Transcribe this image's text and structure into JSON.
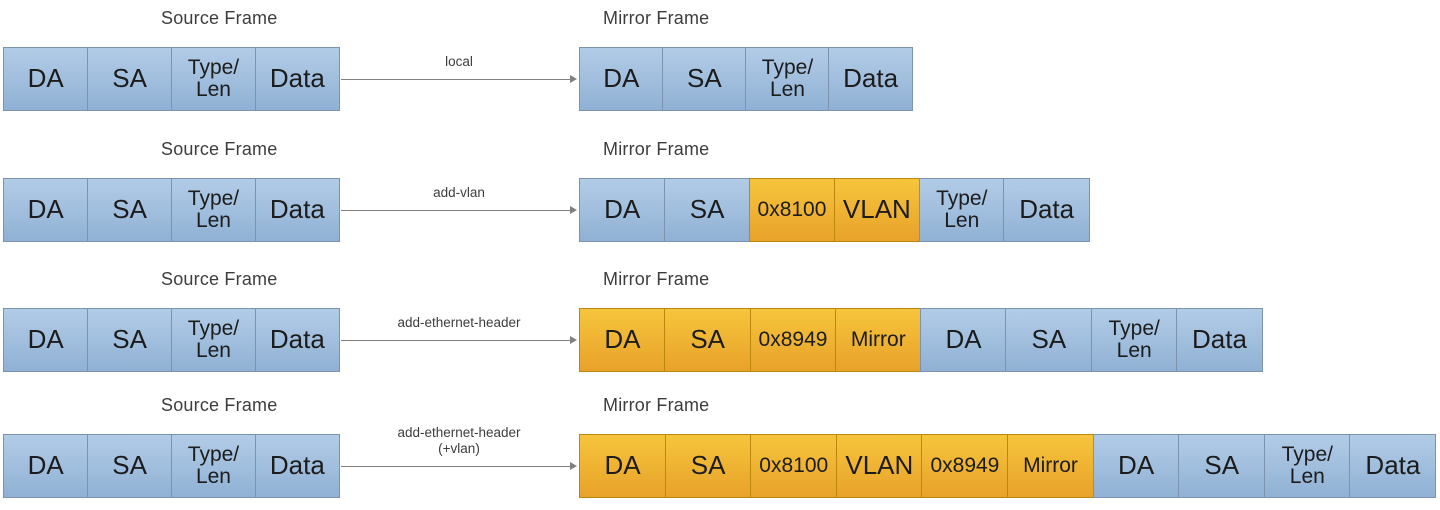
{
  "diagram": {
    "source_title": "Source Frame",
    "mirror_title": "Mirror Frame",
    "colors": {
      "blue_top": "#b2cce7",
      "blue_bottom": "#90b1d4",
      "blue_border": "#7b93ae",
      "orange_top": "#f6c53c",
      "orange_bottom": "#e8a22a",
      "orange_border": "#bd870e",
      "arrow": "#808080",
      "text": "#1c1c1c",
      "title_text": "#3d3d3d"
    },
    "rows": [
      {
        "mode_label_lines": [
          "local"
        ],
        "source_blocks": [
          {
            "label": "DA",
            "color": "blue"
          },
          {
            "label": "SA",
            "color": "blue"
          },
          {
            "label": "Type/\nLen",
            "color": "blue"
          },
          {
            "label": "Data",
            "color": "blue"
          }
        ],
        "mirror_blocks": [
          {
            "label": "DA",
            "color": "blue"
          },
          {
            "label": "SA",
            "color": "blue"
          },
          {
            "label": "Type/\nLen",
            "color": "blue"
          },
          {
            "label": "Data",
            "color": "blue"
          }
        ]
      },
      {
        "mode_label_lines": [
          "add-vlan"
        ],
        "source_blocks": [
          {
            "label": "DA",
            "color": "blue"
          },
          {
            "label": "SA",
            "color": "blue"
          },
          {
            "label": "Type/\nLen",
            "color": "blue"
          },
          {
            "label": "Data",
            "color": "blue"
          }
        ],
        "mirror_blocks": [
          {
            "label": "DA",
            "color": "blue"
          },
          {
            "label": "SA",
            "color": "blue"
          },
          {
            "label": "0x8100",
            "color": "orange"
          },
          {
            "label": "VLAN",
            "color": "orange"
          },
          {
            "label": "Type/\nLen",
            "color": "blue"
          },
          {
            "label": "Data",
            "color": "blue"
          }
        ]
      },
      {
        "mode_label_lines": [
          "add-ethernet-header"
        ],
        "source_blocks": [
          {
            "label": "DA",
            "color": "blue"
          },
          {
            "label": "SA",
            "color": "blue"
          },
          {
            "label": "Type/\nLen",
            "color": "blue"
          },
          {
            "label": "Data",
            "color": "blue"
          }
        ],
        "mirror_blocks": [
          {
            "label": "DA",
            "color": "orange"
          },
          {
            "label": "SA",
            "color": "orange"
          },
          {
            "label": "0x8949",
            "color": "orange"
          },
          {
            "label": "Mirror",
            "color": "orange"
          },
          {
            "label": "DA",
            "color": "blue"
          },
          {
            "label": "SA",
            "color": "blue"
          },
          {
            "label": "Type/\nLen",
            "color": "blue"
          },
          {
            "label": "Data",
            "color": "blue"
          }
        ]
      },
      {
        "mode_label_lines": [
          "add-ethernet-header",
          "(+vlan)"
        ],
        "source_blocks": [
          {
            "label": "DA",
            "color": "blue"
          },
          {
            "label": "SA",
            "color": "blue"
          },
          {
            "label": "Type/\nLen",
            "color": "blue"
          },
          {
            "label": "Data",
            "color": "blue"
          }
        ],
        "mirror_blocks": [
          {
            "label": "DA",
            "color": "orange"
          },
          {
            "label": "SA",
            "color": "orange"
          },
          {
            "label": "0x8100",
            "color": "orange"
          },
          {
            "label": "VLAN",
            "color": "orange"
          },
          {
            "label": "0x8949",
            "color": "orange"
          },
          {
            "label": "Mirror",
            "color": "orange"
          },
          {
            "label": "DA",
            "color": "blue"
          },
          {
            "label": "SA",
            "color": "blue"
          },
          {
            "label": "Type/\nLen",
            "color": "blue"
          },
          {
            "label": "Data",
            "color": "blue"
          }
        ]
      }
    ]
  }
}
